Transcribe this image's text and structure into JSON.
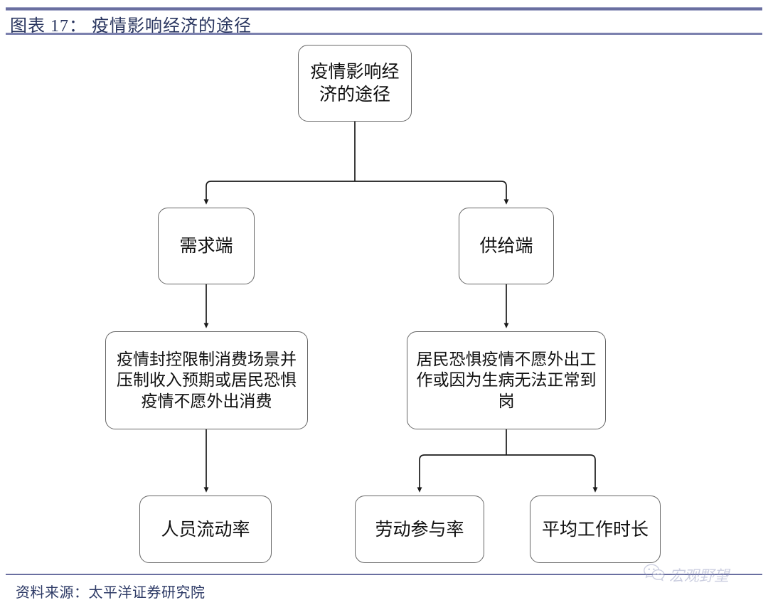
{
  "header": {
    "title": "图表 17： 疫情影响经济的途径"
  },
  "flowchart": {
    "type": "tree-diagram",
    "nodes": {
      "root": "疫情影响经济的途径",
      "demand": "需求端",
      "supply": "供给端",
      "demand_detail": "疫情封控限制消费场景并压制收入预期或居民恐惧疫情不愿外出消费",
      "supply_detail": "居民恐惧疫情不愿外出工作或因为生病无法正常到岗",
      "mobility": "人员流动率",
      "lfpr": "劳动参与率",
      "hours": "平均工作时长"
    },
    "edges": [
      {
        "from": "root",
        "to": "demand",
        "style": "elbow-arrow"
      },
      {
        "from": "root",
        "to": "supply",
        "style": "elbow-arrow"
      },
      {
        "from": "demand",
        "to": "demand_detail",
        "style": "straight-arrow"
      },
      {
        "from": "supply",
        "to": "supply_detail",
        "style": "straight-arrow"
      },
      {
        "from": "demand_detail",
        "to": "mobility",
        "style": "straight-arrow"
      },
      {
        "from": "supply_detail",
        "to": "lfpr",
        "style": "elbow-arrow"
      },
      {
        "from": "supply_detail",
        "to": "hours",
        "style": "elbow-arrow"
      }
    ],
    "colors": {
      "node_border": "#666666",
      "node_fill": "#ffffff",
      "edge": "#1a1a1a",
      "rule": "#6a6fa0",
      "title_text": "#28345e"
    }
  },
  "footer": {
    "source": "资料来源：太平洋证券研究院"
  },
  "watermark": {
    "label": "宏观野望",
    "icon": "wechat-icon"
  }
}
